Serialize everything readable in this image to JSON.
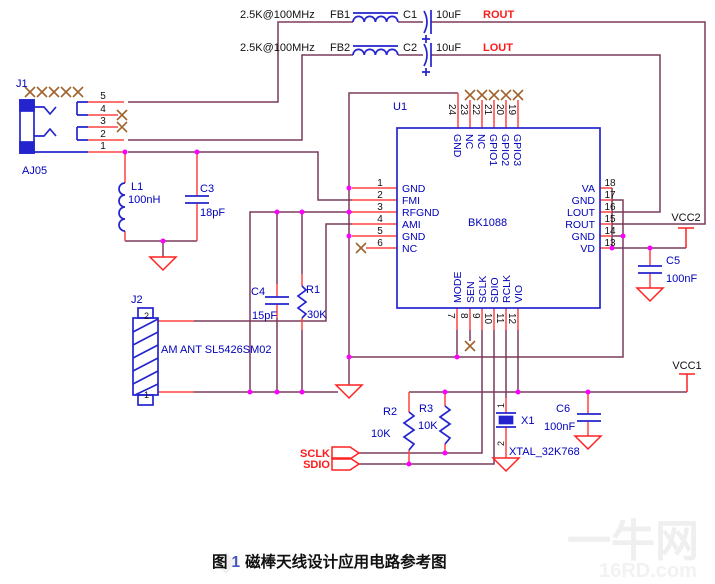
{
  "filters": [
    {
      "value": "2.5K@100MHz",
      "ref": "FB1",
      "cap_ref": "C1",
      "cap_value": "10uF",
      "net": "ROUT"
    },
    {
      "value": "2.5K@100MHz",
      "ref": "FB2",
      "cap_ref": "C2",
      "cap_value": "10uF",
      "net": "LOUT"
    }
  ],
  "j1": {
    "ref": "J1",
    "part": "AJ05",
    "pins": [
      "5",
      "4",
      "3",
      "2",
      "1"
    ]
  },
  "lc": {
    "l_ref": "L1",
    "l_val": "100nH",
    "c_ref": "C3",
    "c_val": "18pF"
  },
  "ant": {
    "ref": "J2",
    "label": "AM ANT SL5426SM02",
    "pin_top": "2",
    "pin_bot": "1"
  },
  "tune": {
    "c_ref": "C4",
    "c_val": "15pF",
    "r_ref": "R1",
    "r_val": "30K"
  },
  "u1": {
    "ref": "U1",
    "part": "BK1088",
    "left": [
      {
        "num": "1",
        "name": "GND"
      },
      {
        "num": "2",
        "name": "FMI"
      },
      {
        "num": "3",
        "name": "RFGND"
      },
      {
        "num": "4",
        "name": "AMI"
      },
      {
        "num": "5",
        "name": "GND"
      },
      {
        "num": "6",
        "name": "NC"
      }
    ],
    "right": [
      {
        "num": "18",
        "name": "VA"
      },
      {
        "num": "17",
        "name": "GND"
      },
      {
        "num": "16",
        "name": "LOUT"
      },
      {
        "num": "15",
        "name": "ROUT"
      },
      {
        "num": "14",
        "name": "GND"
      },
      {
        "num": "13",
        "name": "VD"
      }
    ],
    "top": [
      {
        "num": "24",
        "name": "GND"
      },
      {
        "num": "23",
        "name": "NC"
      },
      {
        "num": "22",
        "name": "NC"
      },
      {
        "num": "21",
        "name": "GPIO1"
      },
      {
        "num": "20",
        "name": "GPIO2"
      },
      {
        "num": "19",
        "name": "GPIO3"
      }
    ],
    "bottom": [
      {
        "num": "7",
        "name": "MODE"
      },
      {
        "num": "8",
        "name": "SEN"
      },
      {
        "num": "9",
        "name": "SCLK"
      },
      {
        "num": "10",
        "name": "SDIO"
      },
      {
        "num": "11",
        "name": "RCLK"
      },
      {
        "num": "12",
        "name": "VIO"
      }
    ]
  },
  "power": {
    "vcc1": "VCC1",
    "vcc2": "VCC2",
    "c5_ref": "C5",
    "c5_val": "100nF",
    "c6_ref": "C6",
    "c6_val": "100nF"
  },
  "bias": {
    "r2_ref": "R2",
    "r2_val": "10K",
    "r3_ref": "R3",
    "r3_val": "10K"
  },
  "xtal": {
    "ref": "X1",
    "label": "XTAL_32K768",
    "p1": "1",
    "p2": "2"
  },
  "ports": {
    "sclk": "SCLK",
    "sdio": "SDIO"
  },
  "caption": {
    "fig": "图",
    "num": "1",
    "text": "磁棒天线设计应用电路参考图"
  },
  "watermark": {
    "line1": "一牛网",
    "line2": "16RD.com"
  },
  "colors": {
    "wire": "#7A3B5C",
    "symbol": "#2424CE",
    "pin_stub": "#FF4343",
    "accent_red": "#FF1A1A",
    "junction": "#FF00FF",
    "nc_x": "#A2642F",
    "blue_text": "#0000BB"
  }
}
